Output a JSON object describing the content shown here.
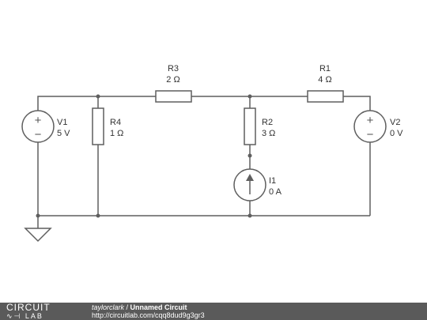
{
  "components": {
    "V1": {
      "name": "V1",
      "value": "5 V"
    },
    "V2": {
      "name": "V2",
      "value": "0 V"
    },
    "R1": {
      "name": "R1",
      "value": "4 Ω"
    },
    "R2": {
      "name": "R2",
      "value": "3 Ω"
    },
    "R3": {
      "name": "R3",
      "value": "2 Ω"
    },
    "R4": {
      "name": "R4",
      "value": "1 Ω"
    },
    "I1": {
      "name": "I1",
      "value": "0 A"
    }
  },
  "symbols": {
    "plus": "+",
    "minus": "−"
  },
  "footer": {
    "logo_top": "CIRCUIT",
    "logo_bottom": "LAB",
    "author": "taylorclark",
    "separator": " / ",
    "title": "Unnamed Circuit",
    "url": "http://circuitlab.com/cqq8dud9g3gr3"
  }
}
